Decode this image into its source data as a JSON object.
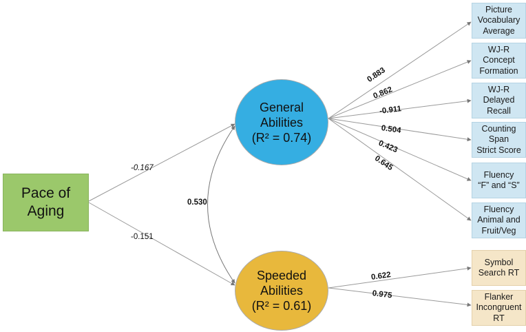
{
  "latent": {
    "general": {
      "name": "General\nAbilities",
      "r2": "(R² = 0.74)"
    },
    "speeded": {
      "name": "Speeded\nAbilities",
      "r2": "(R² = 0.61)"
    }
  },
  "predictor": {
    "label": "Pace of\nAging"
  },
  "paths": {
    "pace_to_general": "-0.167",
    "pace_to_speeded": "-0.151",
    "covariance": "0.530"
  },
  "general_indicators": [
    {
      "label": "Picture\nVocabulary\nAverage",
      "loading": "0.883"
    },
    {
      "label": "WJ-R\nConcept\nFormation",
      "loading": "0.862"
    },
    {
      "label": "WJ-R\nDelayed\nRecall",
      "loading": "-0.911"
    },
    {
      "label": "Counting\nSpan\nStrict Score",
      "loading": "0.504"
    },
    {
      "label": "Fluency\n“F” and “S”",
      "loading": "0.423"
    },
    {
      "label": "Fluency\nAnimal and\nFruit/Veg",
      "loading": "0.645"
    }
  ],
  "speeded_indicators": [
    {
      "label": "Symbol\nSearch RT",
      "loading": "0.622"
    },
    {
      "label": "Flanker\nIncongruent\nRT",
      "loading": "0.975"
    }
  ],
  "colors": {
    "predictor": "#9bc86b",
    "general": "#35aee2",
    "speeded": "#e8b83c",
    "general_indicator": "#cfe6f2",
    "speeded_indicator": "#f5e6c8"
  }
}
